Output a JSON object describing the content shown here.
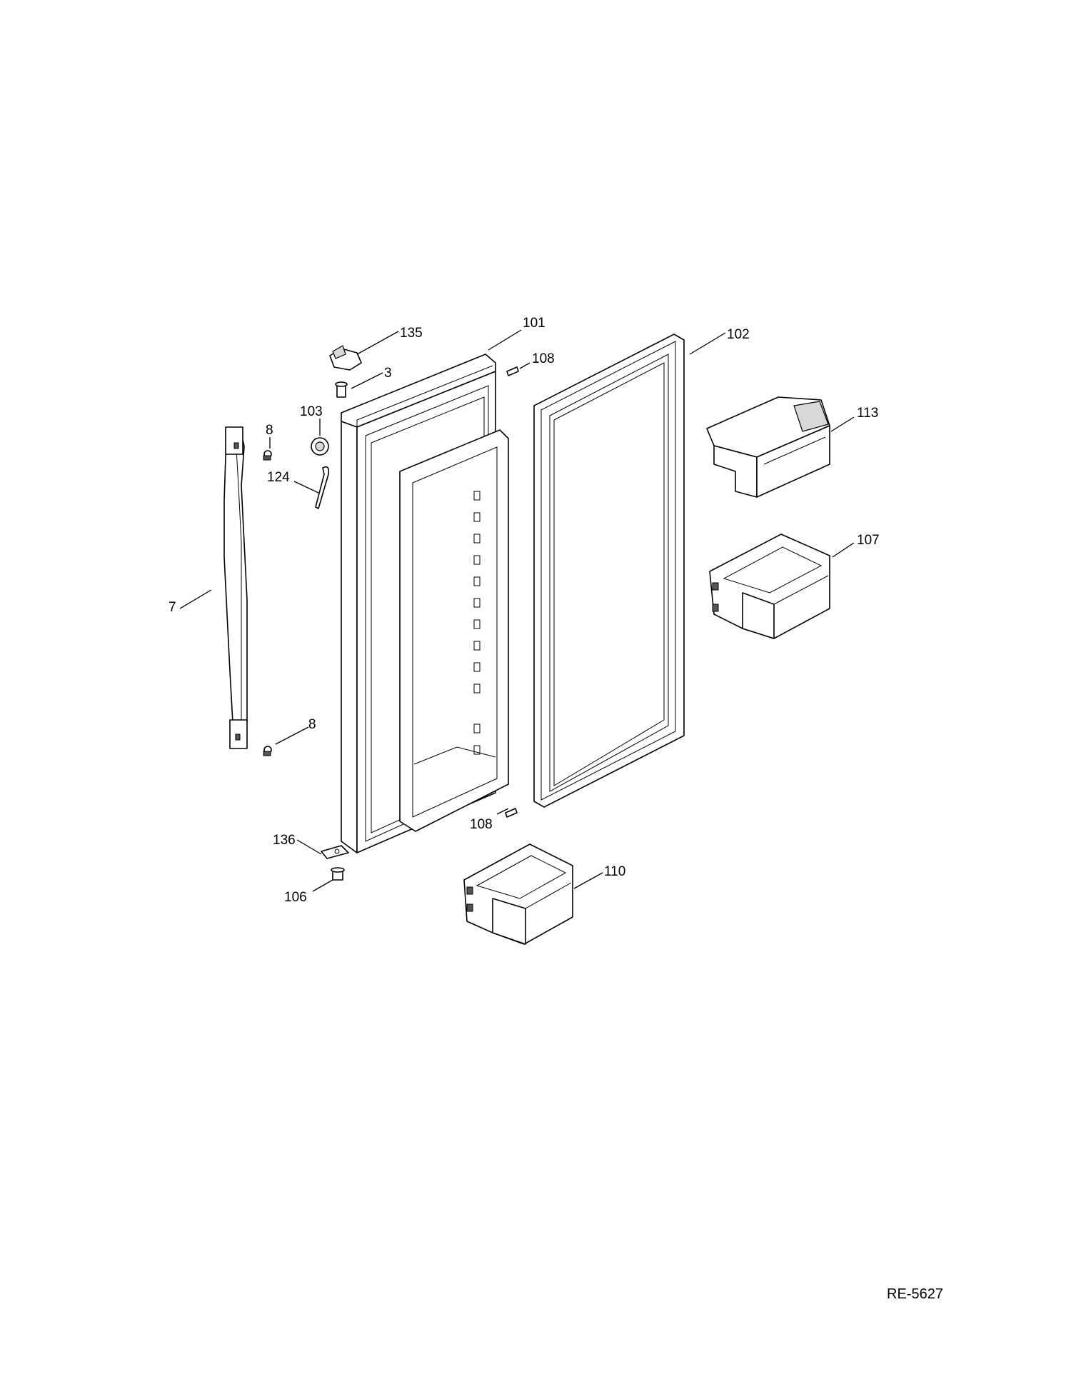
{
  "diagram": {
    "document_number": "RE-5627",
    "callouts": {
      "p135": "135",
      "p101": "101",
      "p102": "102",
      "p108a": "108",
      "p3": "3",
      "p103": "103",
      "p8a": "8",
      "p124": "124",
      "p113": "113",
      "p107": "107",
      "p7": "7",
      "p8b": "8",
      "p108b": "108",
      "p136": "136",
      "p110": "110",
      "p106": "106"
    }
  }
}
